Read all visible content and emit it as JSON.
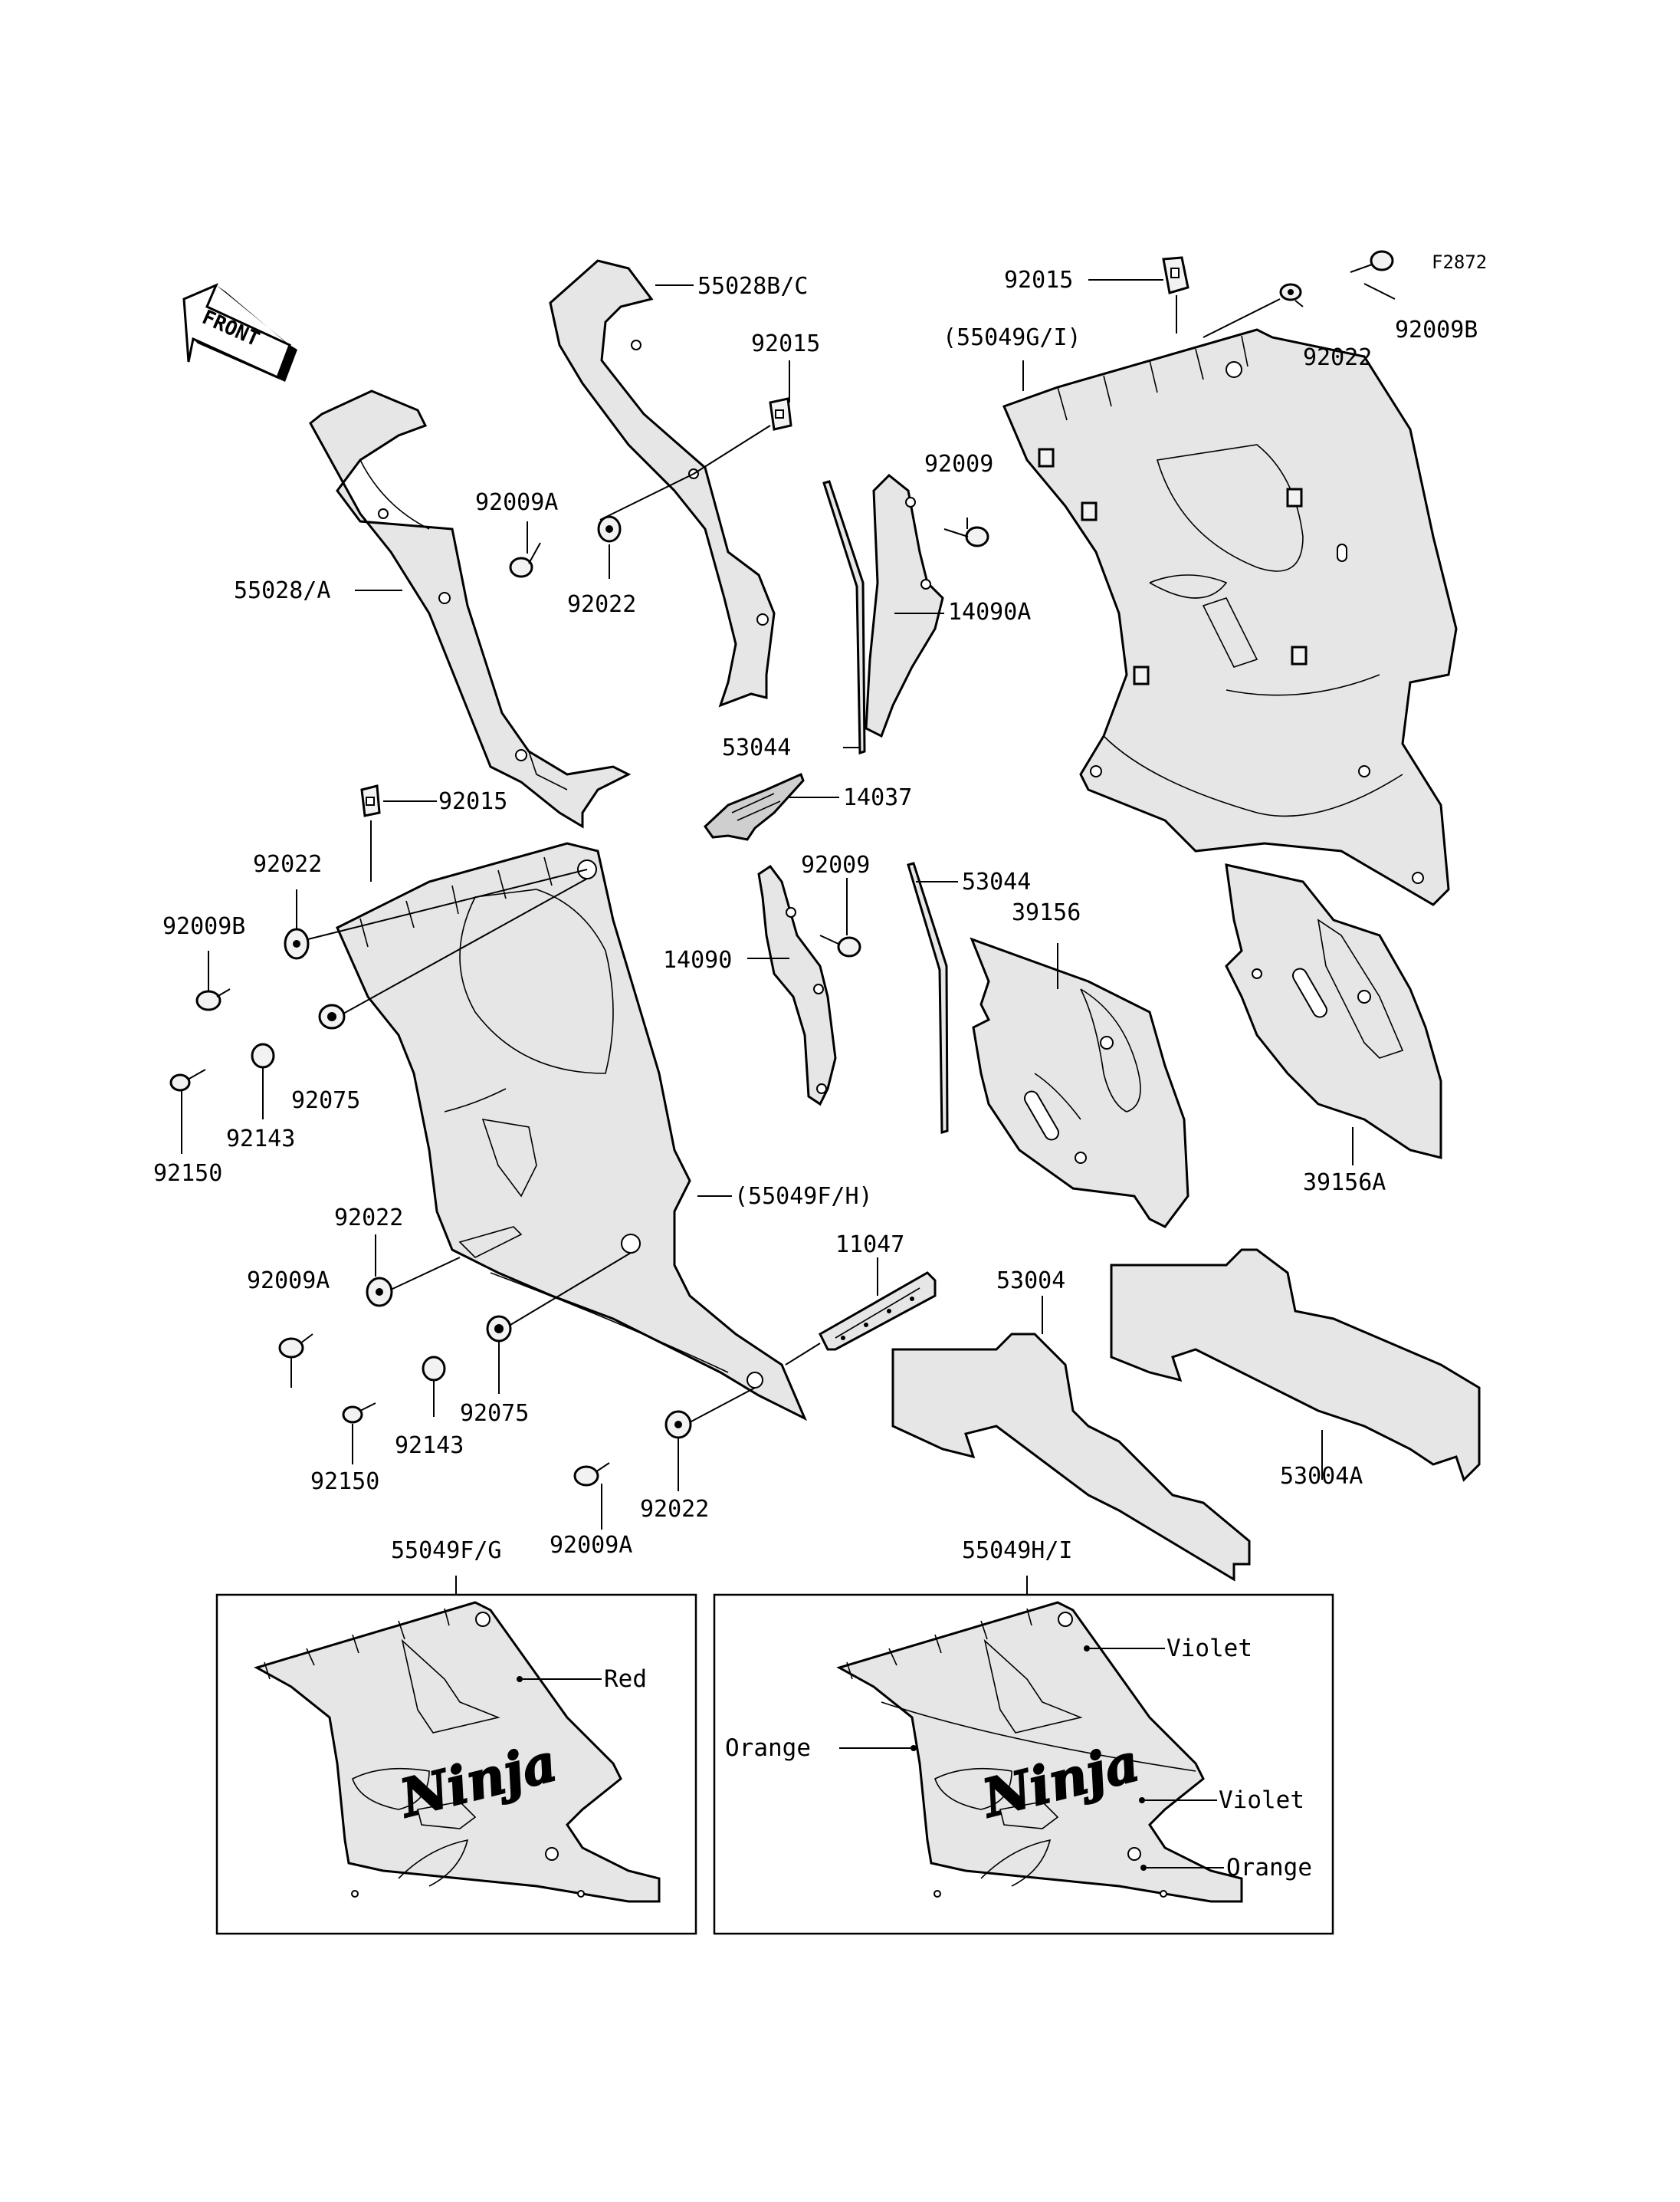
{
  "figure_code": "F2872",
  "front_label": "FRONT",
  "labels": {
    "p55028bc": "55028B/C",
    "p92015_a": "92015",
    "p92015_b": "92015",
    "p92015_c": "92015",
    "p92009b_a": "92009B",
    "p92009b_b": "92009B",
    "p92022_a": "92022",
    "p92022_b": "92022",
    "p92022_c": "92022",
    "p92022_d": "92022",
    "p92022_e": "92022",
    "p55049gi": "(55049G/I)",
    "p92009a_a": "92009A",
    "p92009a_b": "92009A",
    "p92009a_c": "92009A",
    "p55028a": "55028/A",
    "p92009_a": "92009",
    "p92009_b": "92009",
    "p14090a": "14090A",
    "p53044_a": "53044",
    "p53044_b": "53044",
    "p14037": "14037",
    "p14090": "14090",
    "p39156": "39156",
    "p39156a": "39156A",
    "p92075_a": "92075",
    "p92075_b": "92075",
    "p92143_a": "92143",
    "p92143_b": "92143",
    "p92150_a": "92150",
    "p92150_b": "92150",
    "p55049fh": "(55049F/H)",
    "p11047": "11047",
    "p53004": "53004",
    "p53004a": "53004A",
    "p55049fg": "55049F/G",
    "p55049hi": "55049H/I"
  },
  "color_callouts": {
    "red": "Red",
    "violet_1": "Violet",
    "violet_2": "Violet",
    "orange_1": "Orange",
    "orange_2": "Orange"
  },
  "logo_text": "Ninja"
}
